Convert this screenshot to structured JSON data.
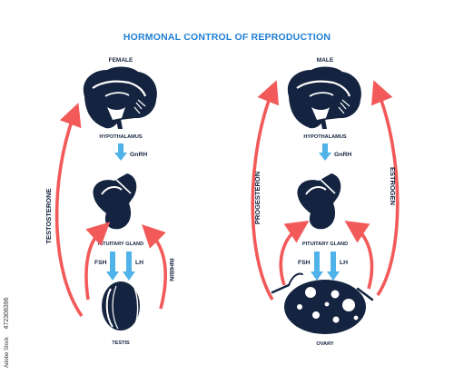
{
  "title": "HORMONAL CONTROL OF REPRODUCTION",
  "colors": {
    "navy": "#14233f",
    "accent_red": "#f25a5a",
    "accent_blue": "#4fb3ea",
    "title_blue": "#1e7fd3"
  },
  "left": {
    "header": "FEMALE",
    "hypothalamus_label": "HYPOTHALAMUS",
    "gnrh_label": "GnRH",
    "pituitary_label": "PITUITARY GLAND",
    "fsh_label": "FSH",
    "lh_label": "LH",
    "inhibin_label": "INHIBIN",
    "feedback_label": "TESTOSTERONE",
    "gonad_label": "TESTIS"
  },
  "right": {
    "header": "MALE",
    "hypothalamus_label": "HYPOTHALAMUS",
    "gnrh_label": "GnRH",
    "pituitary_label": "PITUITARY GLAND",
    "fsh_label": "FSH",
    "lh_label": "LH",
    "progesterone_label": "PROGESTERON",
    "estrogen_label": "ESTROGEN",
    "gonad_label": "OVARY"
  },
  "watermark": {
    "stock_id": "472308396",
    "brand": "Adobe Stock"
  }
}
